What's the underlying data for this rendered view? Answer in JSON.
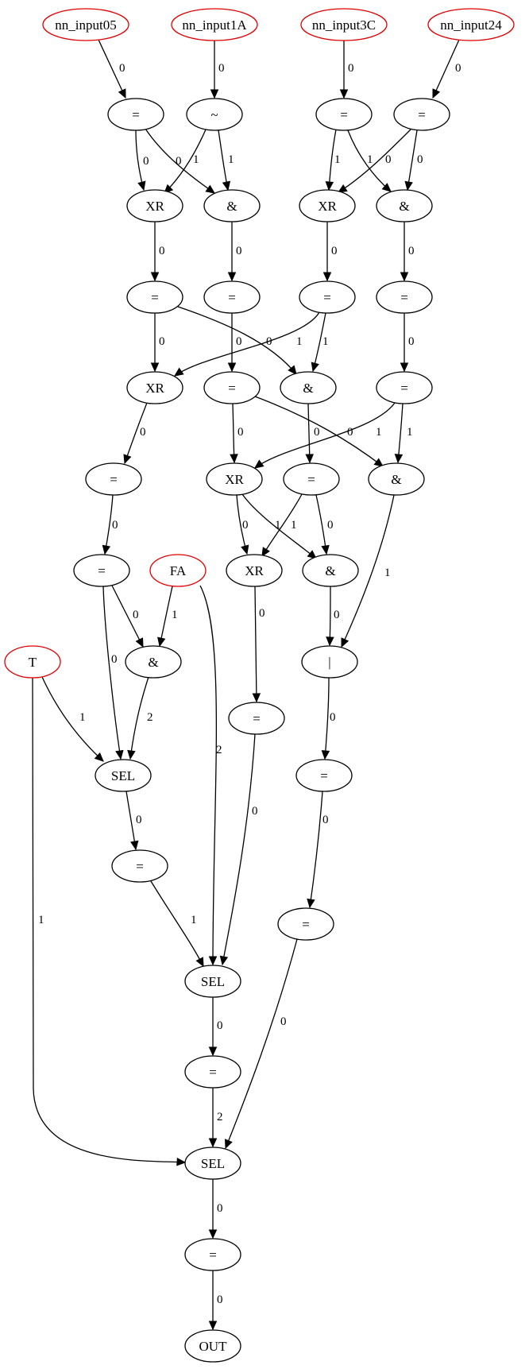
{
  "nodes": {
    "in05": "nn_input05",
    "in1A": "nn_input1A",
    "in3C": "nn_input3C",
    "in24": "nn_input24",
    "eq05": "=",
    "not1A": "~",
    "eq3C": "=",
    "eq24": "=",
    "xr1": "XR",
    "and1": "&",
    "xr2": "XR",
    "and2": "&",
    "eqXr1": "=",
    "eqAnd1": "=",
    "eqXr2": "=",
    "eqAnd2": "=",
    "xr3": "XR",
    "eqB": "=",
    "and3": "&",
    "eqD": "=",
    "eqXr3": "=",
    "xr4": "XR",
    "eqAnd3": "=",
    "and4": "&",
    "eqE": "=",
    "fa": "FA",
    "xr5": "XR",
    "and5": "&",
    "t": "T",
    "andFa": "&",
    "or1": "|",
    "eqXr5": "=",
    "sel1": "SEL",
    "eqOr": "=",
    "eqSel1": "=",
    "eqOr2": "=",
    "sel2": "SEL",
    "eqSel2": "=",
    "sel3": "SEL",
    "eqSel3": "=",
    "out": "OUT"
  },
  "red_nodes": [
    "in05",
    "in1A",
    "in3C",
    "in24",
    "fa",
    "t"
  ],
  "edges": [
    {
      "from": "in05",
      "to": "eq05",
      "label": "0"
    },
    {
      "from": "in1A",
      "to": "not1A",
      "label": "0"
    },
    {
      "from": "in3C",
      "to": "eq3C",
      "label": "0"
    },
    {
      "from": "in24",
      "to": "eq24",
      "label": "0"
    },
    {
      "from": "eq05",
      "to": "xr1",
      "label": "0"
    },
    {
      "from": "eq05",
      "to": "and1",
      "label": "0"
    },
    {
      "from": "not1A",
      "to": "xr1",
      "label": "1"
    },
    {
      "from": "not1A",
      "to": "and1",
      "label": "1"
    },
    {
      "from": "eq3C",
      "to": "xr2",
      "label": "1"
    },
    {
      "from": "eq3C",
      "to": "and2",
      "label": "1"
    },
    {
      "from": "eq24",
      "to": "xr2",
      "label": "0"
    },
    {
      "from": "eq24",
      "to": "and2",
      "label": "0"
    },
    {
      "from": "xr1",
      "to": "eqXr1",
      "label": "0"
    },
    {
      "from": "and1",
      "to": "eqAnd1",
      "label": "0"
    },
    {
      "from": "xr2",
      "to": "eqXr2",
      "label": "0"
    },
    {
      "from": "and2",
      "to": "eqAnd2",
      "label": "0"
    },
    {
      "from": "eqXr1",
      "to": "xr3",
      "label": "0"
    },
    {
      "from": "eqXr1",
      "to": "and3",
      "label": "0"
    },
    {
      "from": "eqXr2",
      "to": "xr3",
      "label": "1"
    },
    {
      "from": "eqXr2",
      "to": "and3",
      "label": "1"
    },
    {
      "from": "eqAnd1",
      "to": "eqB",
      "label": "0"
    },
    {
      "from": "eqAnd2",
      "to": "eqD",
      "label": "0"
    },
    {
      "from": "xr3",
      "to": "eqXr3",
      "label": "0"
    },
    {
      "from": "eqB",
      "to": "xr4",
      "label": "0"
    },
    {
      "from": "eqB",
      "to": "and4",
      "label": "0"
    },
    {
      "from": "and3",
      "to": "eqAnd3",
      "label": "0"
    },
    {
      "from": "eqD",
      "to": "xr4",
      "label": "1"
    },
    {
      "from": "eqD",
      "to": "and4",
      "label": "1"
    },
    {
      "from": "eqXr3",
      "to": "eqE",
      "label": "0"
    },
    {
      "from": "xr4",
      "to": "xr5",
      "label": "0"
    },
    {
      "from": "xr4",
      "to": "and5",
      "label": "1"
    },
    {
      "from": "eqAnd3",
      "to": "xr5",
      "label": "1"
    },
    {
      "from": "eqAnd3",
      "to": "and5",
      "label": "0"
    },
    {
      "from": "and4",
      "to": "or1",
      "label": "1"
    },
    {
      "from": "eqE",
      "to": "andFa",
      "label": "0"
    },
    {
      "from": "eqE",
      "to": "sel1",
      "label": "0"
    },
    {
      "from": "fa",
      "to": "andFa",
      "label": "1"
    },
    {
      "from": "fa",
      "to": "sel2",
      "label": "2"
    },
    {
      "from": "and5",
      "to": "or1",
      "label": "0"
    },
    {
      "from": "xr5",
      "to": "eqXr5",
      "label": "0"
    },
    {
      "from": "t",
      "to": "sel1",
      "label": "1"
    },
    {
      "from": "t",
      "to": "sel3",
      "label": "1"
    },
    {
      "from": "andFa",
      "to": "sel1",
      "label": "2"
    },
    {
      "from": "or1",
      "to": "eqOr",
      "label": "0"
    },
    {
      "from": "sel1",
      "to": "eqSel1",
      "label": "0"
    },
    {
      "from": "eqOr",
      "to": "eqOr2",
      "label": "0"
    },
    {
      "from": "eqXr5",
      "to": "sel2",
      "label": "0"
    },
    {
      "from": "eqSel1",
      "to": "sel2",
      "label": "1"
    },
    {
      "from": "sel2",
      "to": "eqSel2",
      "label": "0"
    },
    {
      "from": "eqSel2",
      "to": "sel3",
      "label": "2"
    },
    {
      "from": "eqOr2",
      "to": "sel3",
      "label": "0"
    },
    {
      "from": "sel3",
      "to": "eqSel3",
      "label": "0"
    },
    {
      "from": "eqSel3",
      "to": "out",
      "label": "0"
    }
  ]
}
